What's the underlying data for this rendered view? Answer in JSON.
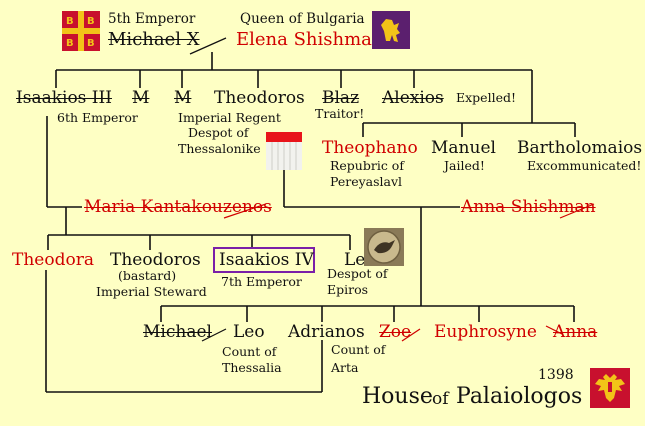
{
  "header": {
    "michael_title": "5th Emperor",
    "michael_name": "Michael X",
    "elena_title": "Queen of Bulgaria",
    "elena_name": "Elena Shishman"
  },
  "children": {
    "isaakios3": "Isaakios III",
    "isaakios3_note": "6th Emperor",
    "m1": "M",
    "m2": "M",
    "theodoros": "Theodoros",
    "theodoros_note1": "Imperial Regent",
    "theodoros_note2": "Despot of",
    "theodoros_note3": "Thessalonike",
    "blaz": "Blaz",
    "blaz_note": "Traitor!",
    "alexios": "Alexios",
    "alexios_note": "Expelled!"
  },
  "alexios_children": {
    "theophano": "Theophano",
    "theophano_note1": "Repubric of",
    "theophano_note2": "Pereyaslavl",
    "manuel": "Manuel",
    "manuel_note": "Jailed!",
    "bartholomaios": "Bartholomaios",
    "bartholomaios_note": "Excommunicated!"
  },
  "spouses": {
    "maria": "Maria Kantakouzenos",
    "anna": "Anna Shishman"
  },
  "grandchildren": {
    "theodora": "Theodora",
    "theodoros2": "Theodoros",
    "theodoros2_note1": "(bastard)",
    "theodoros2_note2": "Imperial Steward",
    "isaakios4": "Isaakios IV",
    "isaakios4_note": "7th Emperor",
    "leo": "Leo",
    "leo_note1": "Despot of",
    "leo_note2": "Epiros"
  },
  "theodoros_children": {
    "michael": "Michael",
    "leo": "Leo",
    "leo_note1": "Count of",
    "leo_note2": "Thessalia",
    "adrianos": "Adrianos",
    "adrianos_note1": "Count of",
    "adrianos_note2": "Arta",
    "zoe": "Zoe",
    "euphrosyne": "Euphrosyne",
    "anna": "Anna"
  },
  "footer": {
    "year": "1398",
    "house": "House",
    "of": "of",
    "dynasty": "Palaiologos"
  },
  "colors": {
    "background": "#feffc4",
    "line": "#111111",
    "red_text": "#d00000",
    "box_border": "#7a1fa8",
    "emblem_red": "#c8102e",
    "emblem_gold": "#f2c318",
    "bulgaria_purple": "#5b1f6e"
  },
  "icons": {
    "palaiologos_flag": "tetragrammatic-cross-flag-icon",
    "bulgaria_arms": "lion-rampant-arms-icon",
    "thessalonike_flag": "red-white-flag-icon",
    "epiros_seal": "bird-seal-icon",
    "eagle": "double-headed-eagle-icon"
  }
}
